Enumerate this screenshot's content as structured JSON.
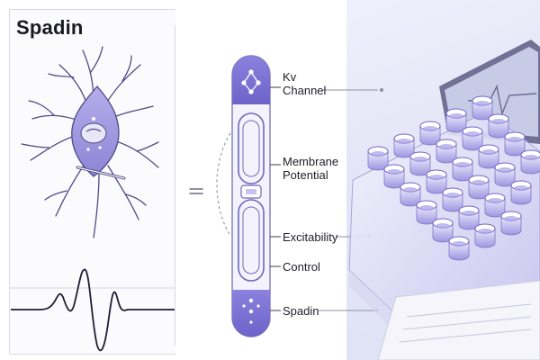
{
  "title": "Spadin",
  "equals_sign": "=",
  "labels": {
    "kv_line1": "Kv",
    "kv_line2": "Channel",
    "membrane_line1": "Membrane",
    "membrane_line2": "Potential",
    "excitability": "Excitability",
    "control": "Control",
    "spadin": "Spadin"
  },
  "colors": {
    "accent_purple": "#7a6fd4",
    "light_purple": "#c9c2f0",
    "dark_line": "#2b2a44",
    "plate_purple": "#6f67c7"
  },
  "icons": {
    "neuron": "neuron-illustration",
    "waveform": "action-potential-waveform",
    "channel": "ion-channel-capsule",
    "plate": "well-plate",
    "monitor": "monitor-screen"
  }
}
